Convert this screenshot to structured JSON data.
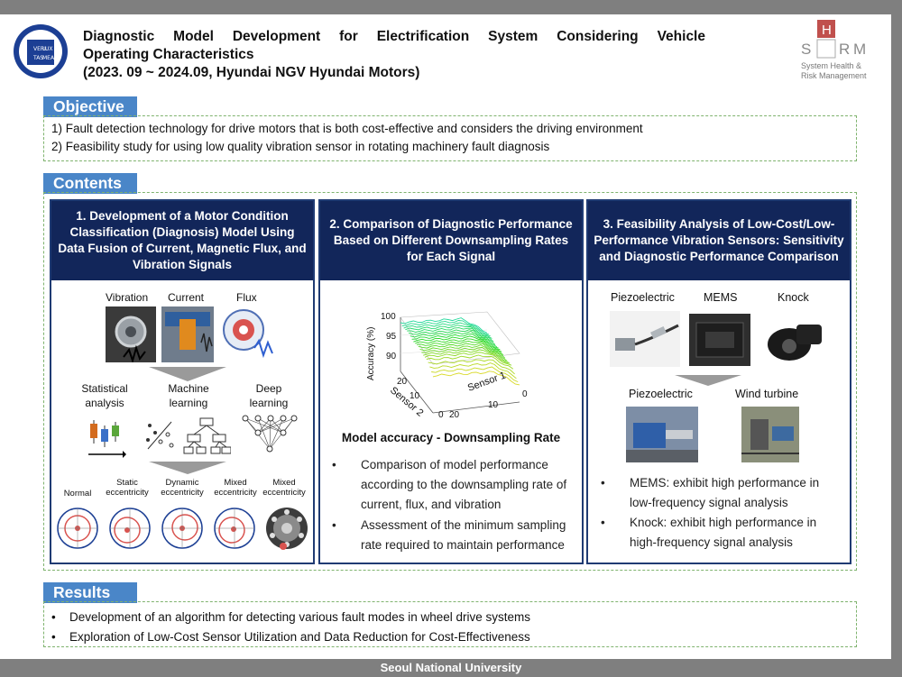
{
  "header": {
    "title_line1": "Diagnostic Model Development for Electrification System Considering Vehicle",
    "title_line2": "Operating Characteristics",
    "title_line3": "(2023. 09 ~ 2024.09, Hyundai NGV Hyundai Motors)",
    "left_logo_text": [
      "VERI",
      "LUX",
      "TAS",
      "MEA"
    ],
    "right_logo": {
      "letters": [
        "S",
        "H",
        "R",
        "M"
      ],
      "sub1": "System Health &",
      "sub2": "Risk Management",
      "accent": "#c0504d"
    }
  },
  "objective": {
    "label": "Objective",
    "items": [
      "1) Fault detection technology for drive motors that is both cost-effective and considers the driving environment",
      "2) Feasibility study for using low quality vibration sensor in rotating machinery fault diagnosis"
    ]
  },
  "contents": {
    "label": "Contents",
    "col1": {
      "heading": "1. Development of a Motor Condition Classification (Diagnosis) Model Using Data Fusion of Current, Magnetic Flux, and Vibration Signals",
      "signals": [
        "Vibration",
        "Current",
        "Flux"
      ],
      "methods": [
        "Statistical analysis",
        "Machine learning",
        "Deep learning"
      ],
      "conditions": [
        "Normal",
        "Static eccentricity",
        "Dynamic eccentricity",
        "Mixed eccentricity",
        "Mixed eccentricity"
      ]
    },
    "col2": {
      "heading": "2. Comparison of Diagnostic Performance Based on Different Downsampling Rates for Each Signal",
      "plot": {
        "zlabel": "Accuracy (%)",
        "zticks": [
          "100",
          "95",
          "90"
        ],
        "xlabel": "Sensor 1",
        "xticks": [
          "0",
          "10",
          "20"
        ],
        "ylabel": "Sensor 2",
        "yticks": [
          "20",
          "10",
          "0"
        ]
      },
      "caption": "Model accuracy - Downsampling Rate",
      "bullets": [
        "Comparison of model performance according to the downsampling rate of current, flux, and vibration",
        "Assessment of the minimum sampling rate required to maintain performance"
      ]
    },
    "col3": {
      "heading": "3. Feasibility Analysis of Low-Cost/Low-Performance Vibration Sensors: Sensitivity and Diagnostic Performance Comparison",
      "sensors": [
        "Piezoelectric",
        "MEMS",
        "Knock"
      ],
      "setups": [
        "Piezoelectric",
        "Wind turbine"
      ],
      "bullets": [
        "MEMS: exhibit high performance in low-frequency signal analysis",
        "Knock: exhibit high performance in high-frequency signal analysis"
      ]
    }
  },
  "results": {
    "label": "Results",
    "items": [
      "Development of an algorithm for detecting various fault modes in wheel drive systems",
      "Exploration of Low-Cost Sensor Utilization and Data Reduction for Cost-Effectiveness"
    ]
  },
  "footer": {
    "text": "Seoul National University"
  },
  "colors": {
    "section_label": "#4a86c8",
    "column_header": "#12265a",
    "dashed_border": "#7fb36e",
    "frame": "#7f7f7f"
  }
}
